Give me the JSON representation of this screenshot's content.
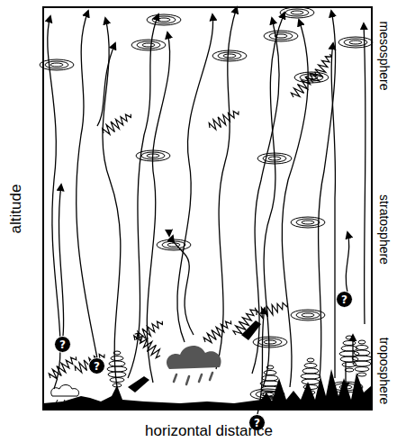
{
  "diagram": {
    "nodes": [
      {
        "text": [
          "?"
        ]
      },
      {
        "text": [
          "?"
        ]
      },
      {
        "text": [
          "?"
        ]
      },
      {
        "text": [
          "?"
        ]
      }
    ],
    "labels": [
      "mesosphere",
      "stratosphere",
      "troposphere",
      "altitude",
      "horizontal distance"
    ]
  }
}
